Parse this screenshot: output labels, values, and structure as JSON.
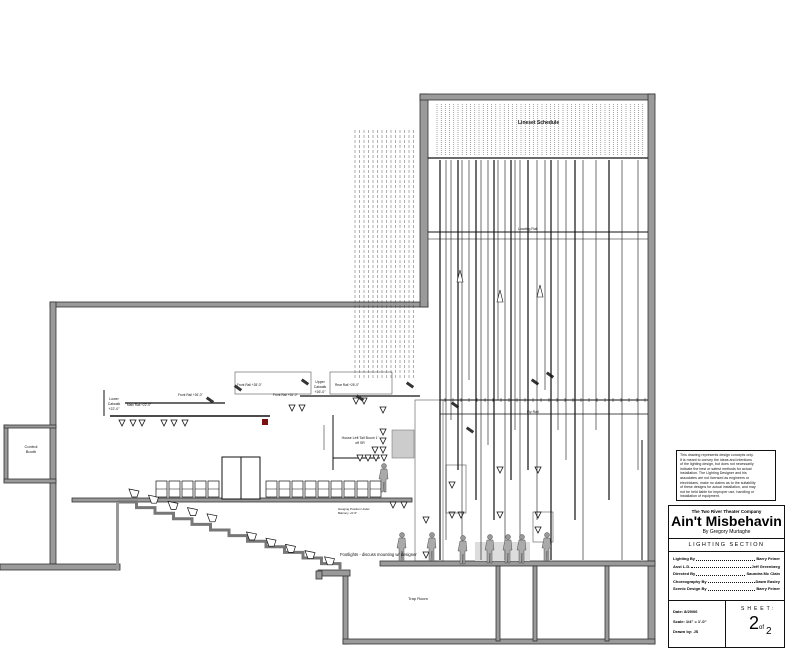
{
  "drawing": {
    "lineset_title": "Lineset Schedule",
    "loading_rail": "Loading Rail",
    "fly_rail": "Fly Rail",
    "trap_room": "Trap Room",
    "control_booth": [
      "Control",
      "Booth"
    ],
    "lower_catwalk": [
      "Lower",
      "Catwalk",
      "+22'-0\""
    ],
    "upper_catwalk": [
      "Upper",
      "Catwalk",
      "+26'-0\""
    ],
    "main_rail": "Main Rail +22'-0\"",
    "front_rail_1": "Front Rail +26'-0\"",
    "front_rail_2": "Front Rail +28'-0\"",
    "front_rail_3": "Front Rail +26'-0\"",
    "rear_rail": "Rear Rail +26'-0\"",
    "boom_label": [
      "House Left Tall Boom 1'",
      "off SR"
    ],
    "under_balcony": [
      "Hanging Position Under",
      "Balcony +9'-6\""
    ],
    "footlights": "Footlights - discuss mounting w/ designer"
  },
  "title_block": {
    "disclaimer": [
      "This drawing represents design concepts only.",
      "It is meant to convey the ideas and intentions",
      "of the lighting design, but does not necessarily",
      "indicate the best or safest methods for actual",
      "installation. The Lighting Designer and his",
      "associates are not licensed as engineers or",
      "electricians, make no claims as to the suitability",
      "of these designs for actual installation, and may",
      "not be held liable for improper use, handling or",
      "installation of equipment."
    ],
    "company": "The Two River Theater Company",
    "show": "Ain't Misbehavin",
    "author": "By Gregory Murtaghe",
    "sheet_type": "LIGHTING SECTION",
    "credits": [
      {
        "role": "Lighting By",
        "name": "Barry Feiner"
      },
      {
        "role": "Asst L.D.",
        "name": "Jeff Greenberg"
      },
      {
        "role": "Directed By",
        "name": "Saundra Mc Clain"
      },
      {
        "role": "Choreography By",
        "name": "Dawn Easley"
      },
      {
        "role": "Scenic Design By",
        "name": "Barry Feiner"
      }
    ],
    "date": "Date: 8/29/06",
    "scale": "Scale: 1/4\" = 1'-0\"",
    "drawn_by": "Drawn by:   JS",
    "sheet_label": "SHEET:",
    "sheet_num": "2",
    "sheet_of": "of",
    "sheet_total": "2"
  }
}
